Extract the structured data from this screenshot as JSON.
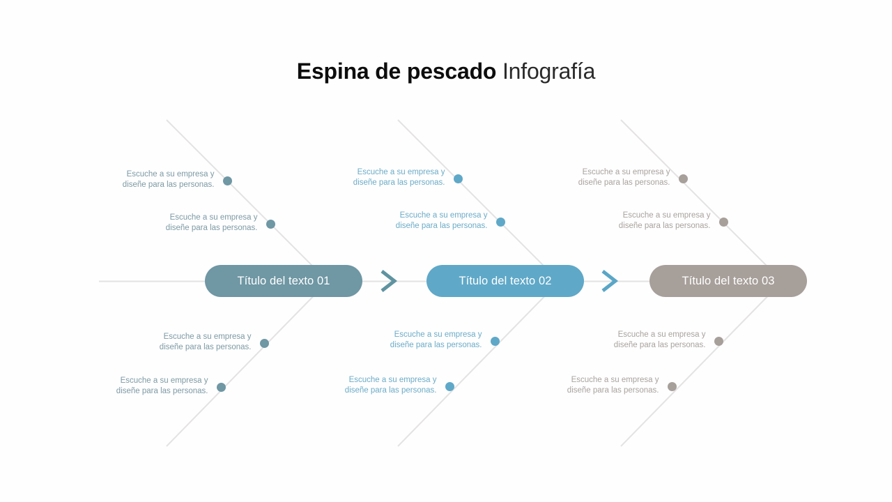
{
  "title": {
    "strong": "Espina de pescado",
    "light": "Infografía"
  },
  "colors": {
    "background": "#fefeff",
    "spine": "#e2e2e2",
    "bone": "#e4e2e2",
    "group1": "#6f97a4",
    "group2": "#5fa8c8",
    "group3": "#a79f9a",
    "group1_text": "#7d9aa3",
    "group2_text": "#6cacc6",
    "group3_text": "#a9a29d",
    "title_text": "#101010",
    "pill_text": "#ffffff"
  },
  "groups": [
    {
      "id": "group-1",
      "pill_label": "Título del texto 01",
      "pill_color": "#6f97a4",
      "chevron_color": "#5f93a0",
      "dot_color": "#6f97a4",
      "text_color": "#7d9aa3",
      "branches": [
        {
          "position": "top-outer",
          "line1": "Escuche a su empresa y",
          "line2": "diseñe para las personas."
        },
        {
          "position": "top-inner",
          "line1": "Escuche a su empresa y",
          "line2": "diseñe para las personas."
        },
        {
          "position": "bottom-inner",
          "line1": "Escuche a su empresa y",
          "line2": "diseñe para las personas."
        },
        {
          "position": "bottom-outer",
          "line1": "Escuche a su empresa y",
          "line2": "diseñe para las personas."
        }
      ]
    },
    {
      "id": "group-2",
      "pill_label": "Título del texto 02",
      "pill_color": "#5fa8c8",
      "chevron_color": "#5aa6c6",
      "dot_color": "#5fa8c8",
      "text_color": "#6cacc6",
      "branches": [
        {
          "position": "top-outer",
          "line1": "Escuche a su empresa y",
          "line2": "diseñe para las personas."
        },
        {
          "position": "top-inner",
          "line1": "Escuche a su empresa y",
          "line2": "diseñe para las personas."
        },
        {
          "position": "bottom-inner",
          "line1": "Escuche a su empresa y",
          "line2": "diseñe para las personas."
        },
        {
          "position": "bottom-outer",
          "line1": "Escuche a su empresa y",
          "line2": "diseñe para las personas."
        }
      ]
    },
    {
      "id": "group-3",
      "pill_label": "Título del texto 03",
      "pill_color": "#a79f9a",
      "chevron_color": "#a79f9a",
      "dot_color": "#a79f9a",
      "text_color": "#a9a29d",
      "branches": [
        {
          "position": "top-outer",
          "line1": "Escuche a su empresa y",
          "line2": "diseñe para las personas."
        },
        {
          "position": "top-inner",
          "line1": "Escuche a su empresa y",
          "line2": "diseñe para las personas."
        },
        {
          "position": "bottom-inner",
          "line1": "Escuche a su empresa y",
          "line2": "diseñe para las personas."
        },
        {
          "position": "bottom-outer",
          "line1": "Escuche a su empresa y",
          "line2": "diseñe para las personas."
        }
      ]
    }
  ],
  "icons": {
    "chevron": "chevron-right-icon",
    "dot": "branch-dot-icon"
  }
}
